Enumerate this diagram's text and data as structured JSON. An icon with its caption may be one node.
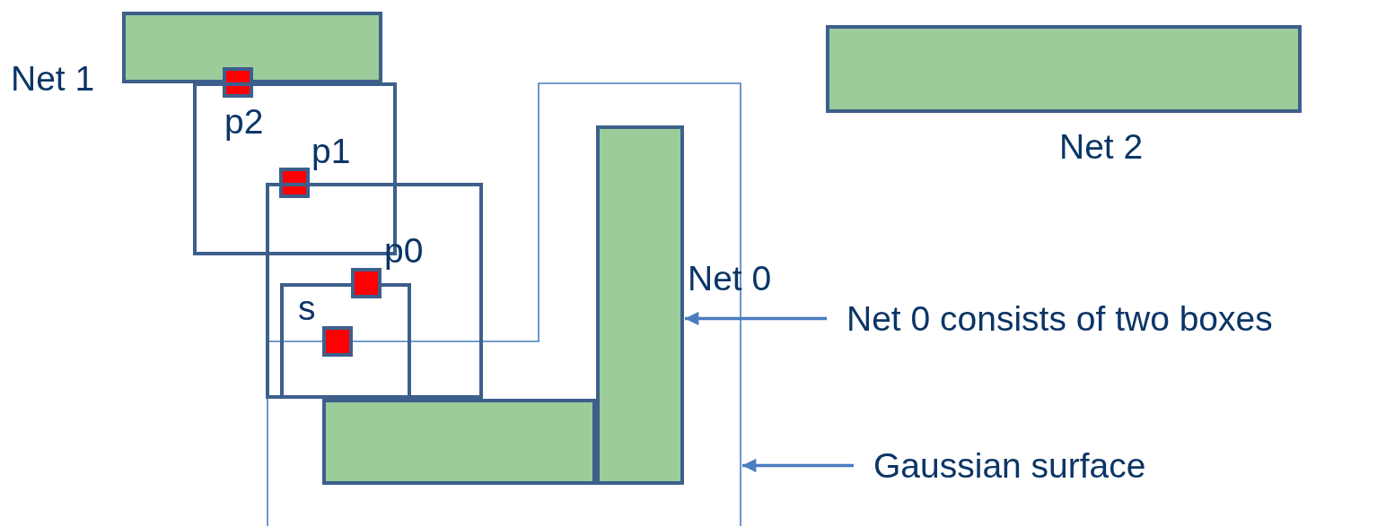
{
  "diagram": {
    "nodes": [
      {
        "text": [
          "Net 1"
        ]
      },
      {
        "text": [
          "Net 2"
        ]
      },
      {
        "text": [],
        "shape": "box"
      },
      {
        "text": [],
        "shape": "box"
      },
      {
        "text": [],
        "shape": "box",
        "in": 2
      },
      {
        "text": [],
        "shape": "box"
      },
      {
        "text": [
          "Net 0"
        ]
      },
      {
        "text": [],
        "shape": "box",
        "in": 5
      },
      {
        "text": [],
        "shape": "box",
        "in": 5
      },
      {
        "text": [],
        "shape": "box",
        "in": 8
      },
      {
        "text": [
          "Net 0 consists of two boxes"
        ]
      },
      {
        "text": [],
        "shape": "box"
      },
      {
        "text": [
          "Gaussian surface"
        ]
      }
    ],
    "edges": [
      {
        "from": 10,
        "to": 6,
        "arrow": "to"
      },
      {
        "from": 12,
        "to": null,
        "arrow": "to"
      }
    ],
    "labels": [
      "p2",
      "p1",
      "p0",
      "s"
    ]
  }
}
